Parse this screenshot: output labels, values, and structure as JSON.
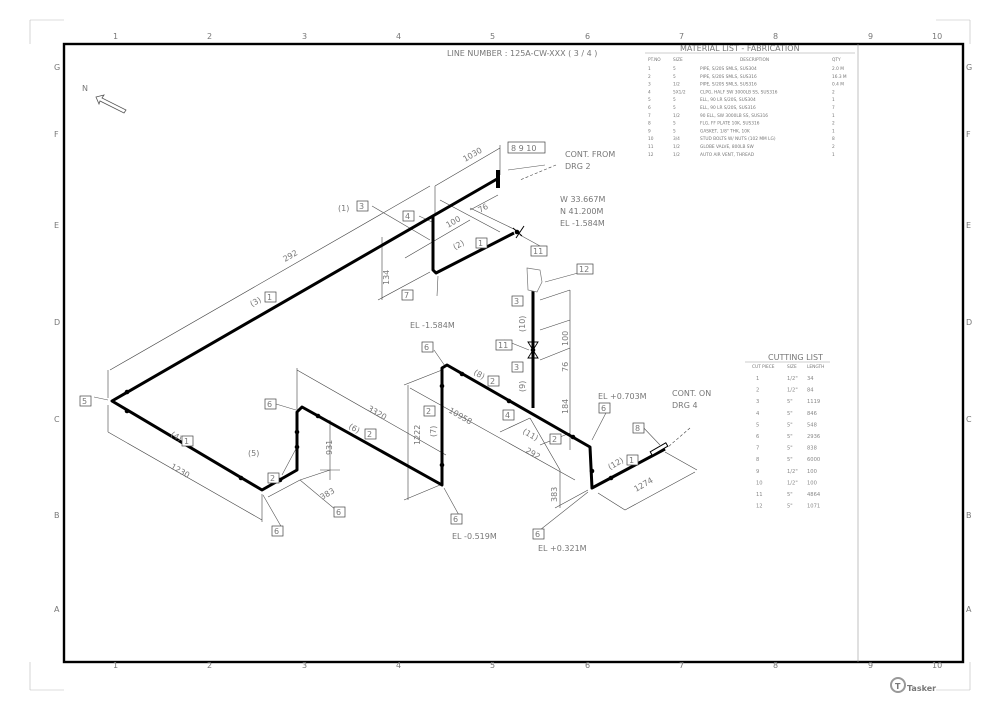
{
  "drawing": {
    "north": "N",
    "line_number": "LINE NUMBER : 125A-CW-XXX ( 3 / 4 )",
    "cont_from": [
      "CONT. FROM",
      "DRG 2"
    ],
    "cont_from_ref": "8 9 10",
    "cont_on": [
      "CONT. ON",
      "DRG 4"
    ],
    "coords": [
      "W 33.667M",
      "N 41.200M",
      "EL -1.584M"
    ],
    "elevations": [
      "EL -1.584M",
      "EL +0.703M",
      "EL -0.519M",
      "EL +0.321M"
    ],
    "dims": [
      "1030",
      "292",
      "100",
      "76",
      "134",
      "1230",
      "383",
      "931",
      "3320",
      "1222",
      "10958",
      "292",
      "383",
      "1274",
      "100",
      "76",
      "184"
    ],
    "pieces": [
      "(1)",
      "(2)",
      "(3)",
      "(4)",
      "(5)",
      "(6)",
      "(7)",
      "(8)",
      "(9)",
      "(10)",
      "(11)",
      "(12)"
    ],
    "callouts": [
      "3",
      "4",
      "1",
      "11",
      "7",
      "12",
      "3",
      "11",
      "3",
      "6",
      "2",
      "2",
      "4",
      "2",
      "6",
      "8",
      "1",
      "6",
      "6",
      "2",
      "6",
      "2",
      "6",
      "6",
      "5",
      "1",
      "1"
    ]
  },
  "border": {
    "columns": [
      "1",
      "2",
      "3",
      "4",
      "5",
      "6",
      "7",
      "8",
      "9",
      "10"
    ],
    "rows": [
      "G",
      "F",
      "E",
      "D",
      "C",
      "B",
      "A"
    ]
  },
  "material_list": {
    "title": "MATERIAL LIST - FABRICATION",
    "headers": [
      "PT.NO",
      "SIZE",
      "DESCRIPTION",
      "QTY"
    ],
    "rows": [
      [
        "1",
        "5",
        "PIPE, S/20S SMLS, SUS304",
        "2.0 M"
      ],
      [
        "2",
        "5",
        "PIPE, S/20S SMLS, SUS316",
        "16.3 M"
      ],
      [
        "3",
        "1/2",
        "PIPE, S/20S SMLS, SUS316",
        "0.4 M"
      ],
      [
        "4",
        "5X1/2",
        "CLPG, HALF SW 3000LB SS, SUS316",
        "2"
      ],
      [
        "5",
        "5",
        "ELL, 90 LR S/20S, SUS304",
        "1"
      ],
      [
        "6",
        "5",
        "ELL, 90 LR S/20S, SUS316",
        "7"
      ],
      [
        "7",
        "1/2",
        "90 ELL, SW 3000LB SS, SUS316",
        "1"
      ],
      [
        "8",
        "5",
        "FLG, FF PLATE 10K, SUS316",
        "2"
      ],
      [
        "9",
        "5",
        "GASKET, 1/8\" THK, 10K",
        "1"
      ],
      [
        "10",
        "3/4",
        "STUD BOLTS W/ NUTS (102 MM LG)",
        "8"
      ],
      [
        "11",
        "1/2",
        "GLOBE VALVE, 800LB SW",
        "2"
      ],
      [
        "12",
        "1/2",
        "AUTO AIR VENT, THREAD",
        "1"
      ]
    ]
  },
  "cutting_list": {
    "title": "CUTTING LIST",
    "headers": [
      "CUT PIECE",
      "SIZE",
      "LENGTH"
    ],
    "rows": [
      [
        "1",
        "1/2\"",
        "34"
      ],
      [
        "2",
        "1/2\"",
        "84"
      ],
      [
        "3",
        "5\"",
        "1119"
      ],
      [
        "4",
        "5\"",
        "846"
      ],
      [
        "5",
        "5\"",
        "548"
      ],
      [
        "6",
        "5\"",
        "2936"
      ],
      [
        "7",
        "5\"",
        "838"
      ],
      [
        "8",
        "5\"",
        "6000"
      ],
      [
        "9",
        "1/2\"",
        "100"
      ],
      [
        "10",
        "1/2\"",
        "100"
      ],
      [
        "11",
        "5\"",
        "4864"
      ],
      [
        "12",
        "5\"",
        "1071"
      ]
    ]
  },
  "watermark": "Tasker"
}
